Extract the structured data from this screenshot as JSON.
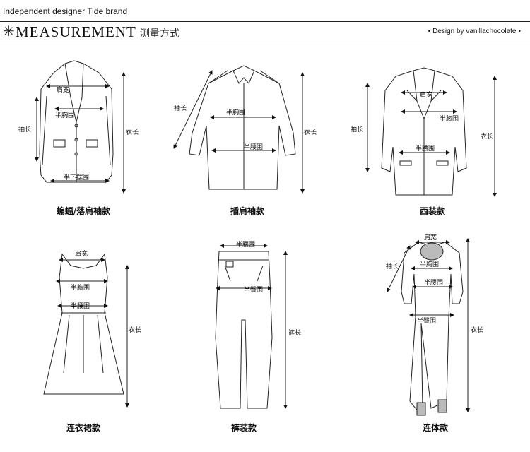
{
  "header": {
    "brand": "Independent designer Tide brand",
    "title": "MEASUREMENT",
    "title_cn": "测量方式",
    "credit": "Design by vanillachocolate",
    "star_icon": "asterisk-star-icon"
  },
  "labels": {
    "shoulder": "肩宽",
    "sleeve": "袖长",
    "half_chest": "半胸围",
    "half_waist": "半腰围",
    "half_hem": "半下摆围",
    "half_hip": "半臀围",
    "length": "衣长",
    "pants_length": "裤长"
  },
  "captions": {
    "batwing": "蝙蝠/落肩袖款",
    "raglan": "插肩袖款",
    "suit": "西装款",
    "dress": "连衣裙款",
    "pants": "裤装款",
    "jumpsuit": "连体款"
  }
}
